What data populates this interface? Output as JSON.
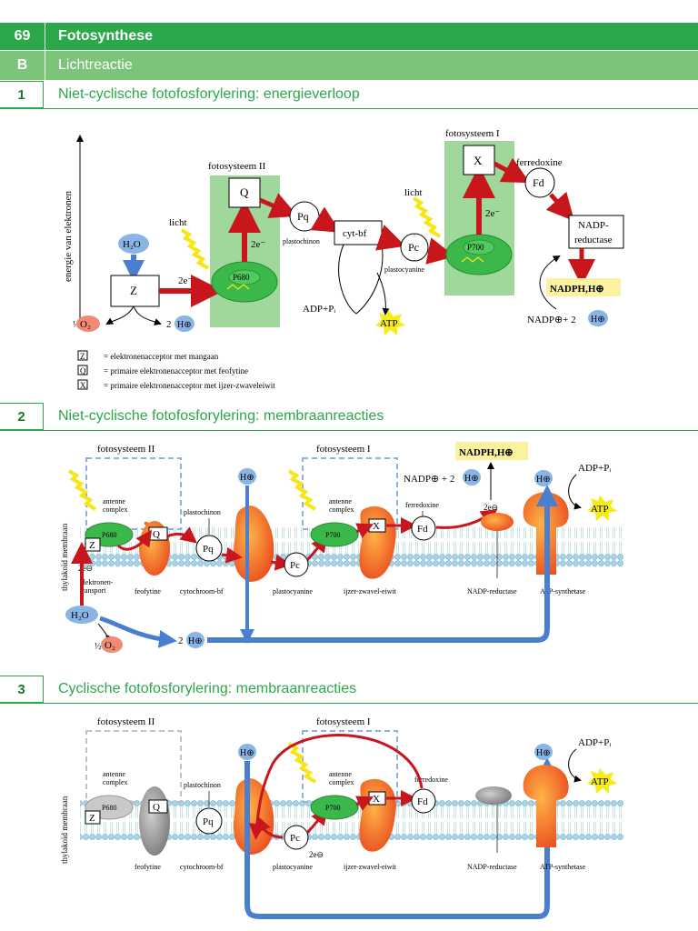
{
  "header": {
    "page_number": "69",
    "title": "Fotosynthese",
    "section_letter": "B",
    "section_title": "Lichtreactie"
  },
  "sections": [
    {
      "number": "1",
      "title": "Niet-cyclische fotofosforylering: energieverloop"
    },
    {
      "number": "2",
      "title": "Niet-cyclische fotofosforylering: membraanreacties"
    },
    {
      "number": "3",
      "title": "Cyclische fotofosforylering: membraanreacties"
    }
  ],
  "d1": {
    "y_axis": "energie van elektronen",
    "ps2": "fotosysteem II",
    "ps1": "fotosysteem I",
    "light": "licht",
    "h2o": "H₂O",
    "z": "Z",
    "q": "Q",
    "x": "X",
    "p680": "P680",
    "p700": "P700",
    "e2": "2e⁻",
    "pq": "Pq",
    "plastochinon": "plastochinon",
    "cytbf": "cyt-bf",
    "pc": "Pc",
    "plastocyanine": "plastocyanine",
    "fd": "Fd",
    "ferredoxine": "ferredoxine",
    "nadp_red_1": "NADP-",
    "nadp_red_2": "reductase",
    "nadph": "NADPH,H⊕",
    "nadp_in": "NADP⊕+ 2",
    "h": "H⊕",
    "adp": "ADP+Pᵢ",
    "atp": "ATP",
    "half_o2": "½",
    "o2": "O₂",
    "two_h": "2",
    "legend": [
      {
        "key": "Z",
        "text": "= elektronenacceptor met mangaan"
      },
      {
        "key": "Q",
        "text": "= primaire elektronenacceptor met feofytine"
      },
      {
        "key": "X",
        "text": "= primaire elektronenacceptor met ijzer-zwaveleiwit"
      }
    ]
  },
  "d2": {
    "ps2": "fotosysteem II",
    "ps1": "fotosysteem I",
    "membrane": "thylakoïd membraan",
    "antenne": "antenne",
    "complex": "complex",
    "p680": "P680",
    "p700": "P700",
    "z": "Z",
    "q": "Q",
    "x": "X",
    "pq": "Pq",
    "pc": "Pc",
    "fd": "Fd",
    "e2": "2e⊖",
    "plastochinon": "plastochinon",
    "ferredoxine": "ferredoxine",
    "elektronen": "elektronen-",
    "transport": "transport",
    "feofytine": "feofytine",
    "cytochroom": "cytochroom-bf",
    "plastocyanine": "plastocyanine",
    "ijzer": "ijzer-zwavel-eiwit",
    "nadp_red": "NADP-reductase",
    "atp_synth": "ATP-synthetase",
    "nadph": "NADPH,H⊕",
    "nadp_in": "NADP⊕ + 2",
    "h": "H⊕",
    "adp": "ADP+Pᵢ",
    "atp": "ATP",
    "h2o": "H₂O",
    "half": "½",
    "o2": "O₂",
    "two": "2"
  },
  "d3": {
    "ps2": "fotosysteem II",
    "ps1": "fotosysteem I",
    "membrane": "thylakoïd membraan",
    "antenne": "antenne",
    "complex": "complex",
    "p680": "P680",
    "p700": "P700",
    "z": "Z",
    "q": "Q",
    "x": "X",
    "pq": "Pq",
    "pc": "Pc",
    "fd": "Fd",
    "e2": "2e⊖",
    "plastochinon": "plastochinon",
    "ferredoxine": "ferredoxine",
    "feofytine": "feofytine",
    "cytochroom": "cytochroom-bf",
    "plastocyanine": "plastocyanine",
    "ijzer": "ijzer-zwavel-eiwit",
    "nadp_red": "NADP-reductase",
    "atp_synth": "ATP-synthetase",
    "h": "H⊕",
    "adp": "ADP+Pᵢ",
    "atp": "ATP"
  }
}
